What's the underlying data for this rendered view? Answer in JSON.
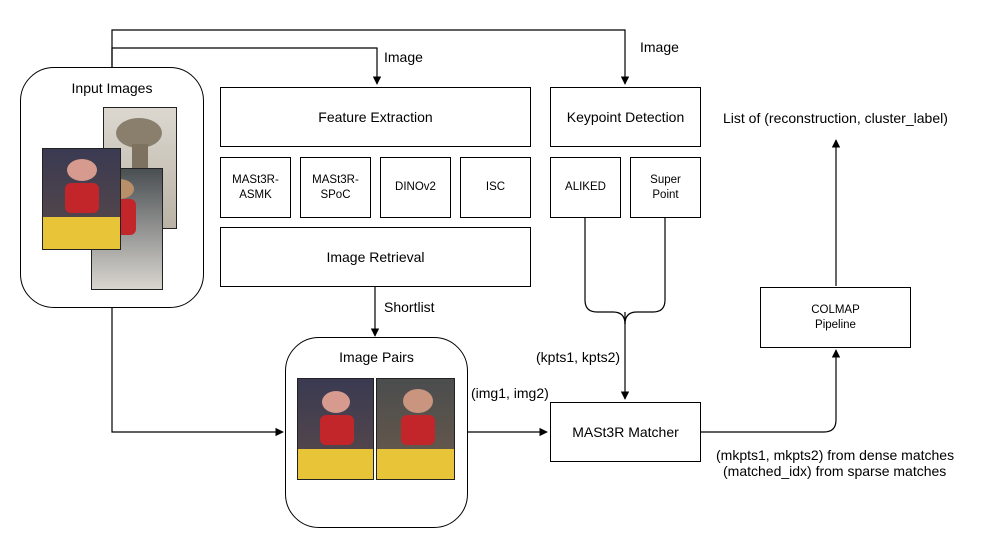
{
  "nodes": {
    "input_images": "Input Images",
    "feature_extraction": "Feature Extraction",
    "mast3r_asmk": "MASt3R-\nASMK",
    "mast3r_spoc": "MASt3R-\nSPoC",
    "dinov2": "DINOv2",
    "isc": "ISC",
    "image_retrieval": "Image Retrieval",
    "keypoint_detection": "Keypoint Detection",
    "aliked": "ALIKED",
    "superpoint": "Super\nPoint",
    "image_pairs": "Image Pairs",
    "mast3r_matcher": "MASt3R Matcher",
    "colmap": "COLMAP\nPipeline"
  },
  "edges": {
    "image_top": "Image",
    "image_left": "Image",
    "shortlist": "Shortlist",
    "kpts": "(kpts1, kpts2)",
    "img_pair": "(img1, img2)",
    "output": "List of (reconstruction, cluster_label)",
    "dense": "(mkpts1, mkpts2) from dense matches",
    "sparse": "(matched_idx) from sparse matches"
  },
  "colors": {
    "line": "#000000",
    "photo_red": "#c3262a",
    "photo_yellow": "#e8c538",
    "photo_bg": "#3a3a52"
  }
}
